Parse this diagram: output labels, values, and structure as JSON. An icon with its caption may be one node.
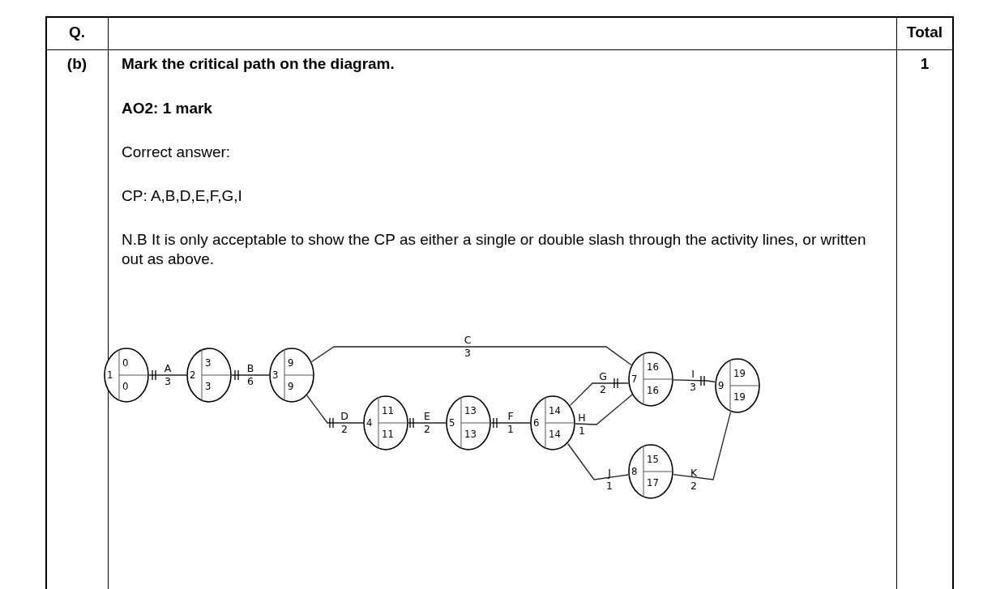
{
  "diagram": {
    "nodes": [
      {
        "text": [
          "1",
          "0",
          "0"
        ]
      },
      {
        "text": [
          "2",
          "3",
          "3"
        ]
      },
      {
        "text": [
          "3",
          "9",
          "9"
        ]
      },
      {
        "text": [
          "4",
          "11",
          "11"
        ]
      },
      {
        "text": [
          "5",
          "13",
          "13"
        ]
      },
      {
        "text": [
          "6",
          "14",
          "14"
        ]
      },
      {
        "text": [
          "7",
          "16",
          "16"
        ]
      },
      {
        "text": [
          "8",
          "15",
          "17"
        ]
      },
      {
        "text": [
          "9",
          "19",
          "19"
        ]
      }
    ],
    "edges": [
      {
        "from": 0,
        "to": 1,
        "arrow": "none",
        "label": "A 3"
      },
      {
        "from": 1,
        "to": 2,
        "arrow": "none",
        "label": "B 6"
      },
      {
        "from": 2,
        "to": 6,
        "arrow": "none",
        "label": "C 3"
      },
      {
        "from": 2,
        "to": 3,
        "arrow": "none",
        "label": "D 2"
      },
      {
        "from": 3,
        "to": 4,
        "arrow": "none",
        "label": "E 2"
      },
      {
        "from": 4,
        "to": 5,
        "arrow": "none",
        "label": "F 1"
      },
      {
        "from": 5,
        "to": 6,
        "arrow": "none",
        "label": "G 2"
      },
      {
        "from": 5,
        "to": 6,
        "arrow": "none",
        "label": "H 1"
      },
      {
        "from": 6,
        "to": 8,
        "arrow": "none",
        "label": "I 3"
      },
      {
        "from": 5,
        "to": 7,
        "arrow": "none",
        "label": "J 1"
      },
      {
        "from": 7,
        "to": 8,
        "arrow": "none",
        "label": "K 2"
      }
    ],
    "labels": [
      "Q.",
      "Total",
      "(b)",
      "Mark the critical path on the diagram.",
      "1",
      "AO2: 1 mark",
      "Correct answer:",
      "CP: A,B,D,E,F,G,I",
      "N.B It is only acceptable to show the CP as either a single or double slash through the activity lines, or written out as above."
    ]
  }
}
